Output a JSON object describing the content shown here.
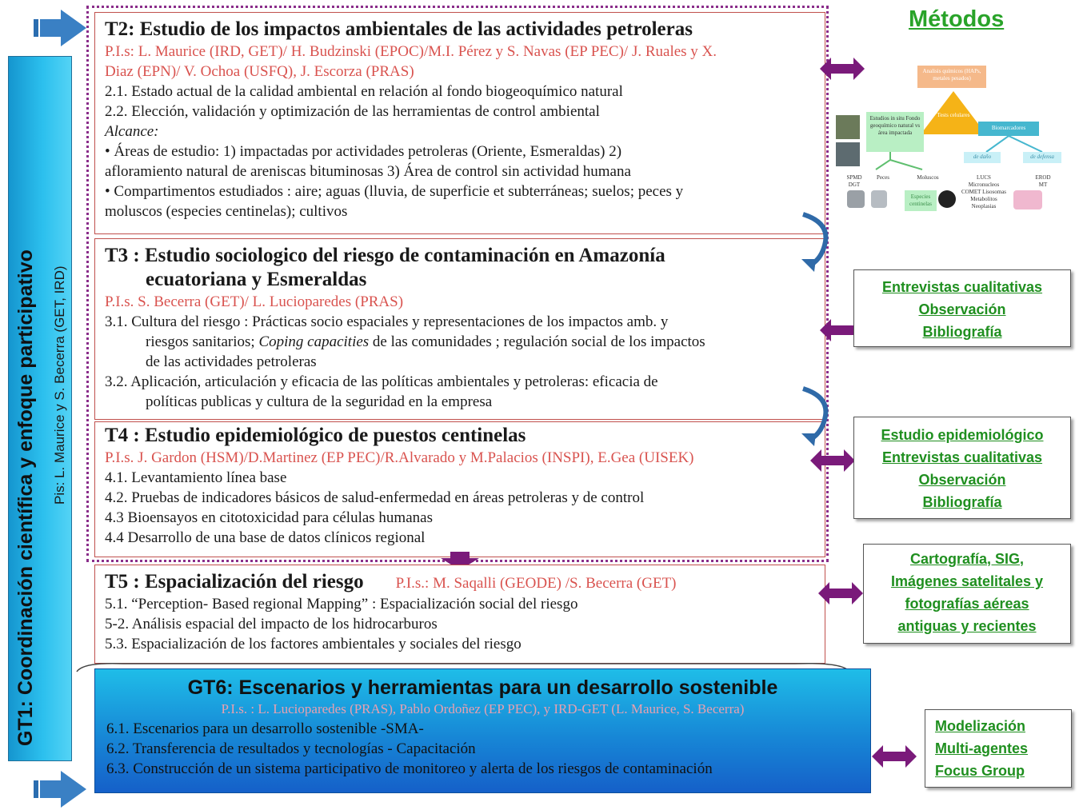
{
  "gt1": {
    "title": "GT1: Coordinación  científica  y enfoque participativo",
    "subtitle": "Pis: L. Maurice y S. Becerra (GET, IRD)"
  },
  "t2": {
    "title": "T2: Estudio de los impactos  ambientales de las actividades petroleras",
    "pis_1": "P.I.s: L. Maurice (IRD, GET)/ H. Budzinski (EPOC)/M.I. Pérez y S. Navas (EP PEC)/ J. Ruales y X.",
    "pis_2": "Diaz (EPN)/ V. Ochoa (USFQ), J. Escorza (PRAS)",
    "item_1": "2.1. Estado actual de la calidad ambiental en relación al fondo biogeoquímico natural",
    "item_2": "2.2. Elección, validación y optimización de las herramientas de control ambiental",
    "alcance": "Alcance:",
    "bullet_1a": "• Áreas de estudio: 1) impactadas por actividades petroleras (Oriente, Esmeraldas)  2)",
    "bullet_1b": "afloramiento natural de areniscas bituminosas  3) Área de control sin actividad humana",
    "bullet_2a": "• Compartimentos estudiados : aire;  aguas (lluvia, de superficie et subterráneas; suelos;  peces y",
    "bullet_2b": "moluscos (especies centinelas); cultivos"
  },
  "t3": {
    "title_1": "T3 : Estudio sociologico del riesgo de contaminación en Amazonía",
    "title_2": "ecuatoriana y Esmeraldas",
    "pis": "P.I.s. S. Becerra (GET)/ L. Lucioparedes (PRAS)",
    "item_1a": "3.1. Cultura del riesgo : Prácticas socio espaciales y representaciones de los impactos amb. y",
    "item_1b_pre": "riesgos sanitarios; ",
    "item_1b_em": "Coping capacities",
    "item_1b_post": " de las comunidades ; regulación social de los impactos",
    "item_1c": "de las actividades petroleras",
    "item_2a": "3.2. Aplicación, articulación y eficacia de las políticas ambientales y petroleras: eficacia de",
    "item_2b": "políticas publicas y cultura de la seguridad en la empresa"
  },
  "t4": {
    "title": "T4 : Estudio epidemiológico de puestos centinelas",
    "pis": "P.I.s. J. Gardon (HSM)/D.Martinez (EP PEC)/R.Alvarado y M.Palacios (INSPI), E.Gea (UISEK)",
    "item_1": "4.1. Levantamiento línea base",
    "item_2": "4.2. Pruebas de indicadores básicos de salud-enfermedad en áreas petroleras y de control",
    "item_3": "4.3 Bioensayos en citotoxicidad para células humanas",
    "item_4": "4.4 Desarrollo de una base de datos clínicos regional"
  },
  "t5": {
    "title": "T5 : Espacialización del riesgo",
    "pis": "P.I.s.: M. Saqalli (GEODE) /S. Becerra (GET)",
    "item_1": "5.1. “Perception- Based regional Mapping” : Espacialización social del riesgo",
    "item_2": "5-2. Análisis espacial del impacto de los hidrocarburos",
    "item_3": "5.3. Espacialización de los factores ambientales y sociales del riesgo"
  },
  "gt6": {
    "title": "GT6: Escenarios  y herramientas  para un desarrollo  sostenible",
    "pis": "P.I.s. : L. Lucioparedes (PRAS), Pablo Ordoñez (EP PEC), y  IRD-GET (L. Maurice, S. Becerra)",
    "item_1": "6.1. Escenarios para un desarrollo sostenible -SMA-",
    "item_2": "6.2. Transferencia de resultados y tecnologías - Capacitación",
    "item_3": "6.3. Construcción de un sistema participativo de monitoreo y alerta de los riesgos de contaminación"
  },
  "metodos": {
    "title": "Métodos",
    "t3": [
      "Entrevistas cualitativas",
      "Observación",
      "Bibliografía"
    ],
    "t4": [
      "Estudio epidemiológico",
      "Entrevistas cualitativas",
      "Observación",
      "Bibliografía"
    ],
    "t5": [
      "Cartografía, SIG,",
      "Imágenes satelitales y",
      "fotografías aéreas",
      "antiguas y recientes"
    ],
    "gt6": [
      "Modelización",
      "Multi-agentes",
      "Focus Group"
    ]
  },
  "mini_diagram": {
    "top": "Analisis químicos (HAPs, metales pesados)",
    "center": "Tests celulares",
    "left_box": "Estudios in situ Fondo geoquímico natural vs área impactada",
    "biomarcadores": "Biomarcadores",
    "dano": "de daño",
    "defensa": "de defensa",
    "spmd": "SPMD DGT",
    "peces": "Peces",
    "moluscos": "Moluscos",
    "especies": "Especies centinelas",
    "lucs": "LUCS Micronucleos COMET Lisosomas Metabolitos Neoplasias",
    "erod": "EROD MT"
  },
  "colors": {
    "gt1_bar": "#2cc0ee",
    "gt6_box": "#1787d6",
    "pis_text": "#d9534f",
    "method_text": "#1f8f1f",
    "purple_arrow": "#7a1a7a",
    "blue_arrow": "#2a6db0"
  }
}
